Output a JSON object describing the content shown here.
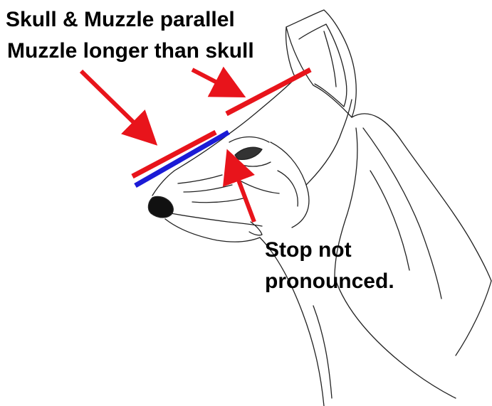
{
  "annotations": {
    "skull_muzzle_title": "Skull & Muzzle parallel",
    "muzzle_length_title": "Muzzle longer than skull",
    "stop_line_1": "Stop not",
    "stop_line_2": "pronounced."
  },
  "colors": {
    "indicator_red": "#e8141b",
    "indicator_blue": "#1b1bd6",
    "sketch_line": "#222222",
    "background": "#ffffff"
  },
  "illustration": "dog-head-profile-sketch"
}
